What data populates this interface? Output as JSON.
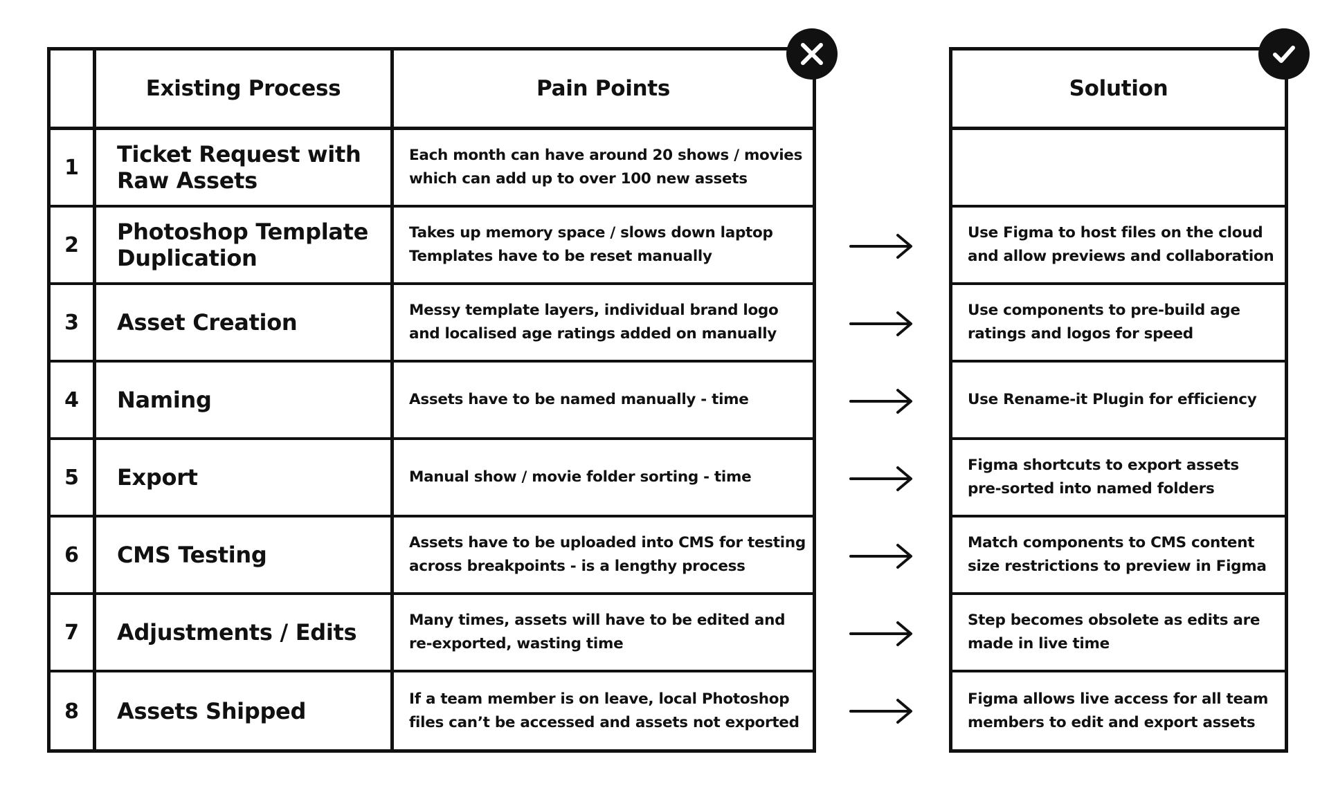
{
  "existing_table": {
    "headers": {
      "number": "",
      "process": "Existing Process",
      "pain_points": "Pain Points"
    },
    "rows": [
      {
        "number": "1",
        "process": "Ticket Request with\nRaw Assets",
        "pain_point": "Each month can have around 20 shows / movies\nwhich can add up to over 100 new assets"
      },
      {
        "number": "2",
        "process": "Photoshop Template\nDuplication",
        "pain_point": "Takes up memory space / slows down laptop\nTemplates have to be reset manually"
      },
      {
        "number": "3",
        "process": "Asset Creation",
        "pain_point": "Messy template layers, individual brand logo\nand localised age ratings added on manually"
      },
      {
        "number": "4",
        "process": "Naming",
        "pain_point": "Assets have to be named manually - time"
      },
      {
        "number": "5",
        "process": "Export",
        "pain_point": "Manual show / movie folder sorting - time"
      },
      {
        "number": "6",
        "process": "CMS Testing",
        "pain_point": "Assets have to be uploaded into CMS for testing\nacross breakpoints - is a lengthy process"
      },
      {
        "number": "7",
        "process": "Adjustments / Edits",
        "pain_point": "Many times, assets will have to be edited and\nre-exported, wasting time"
      },
      {
        "number": "8",
        "process": "Assets Shipped",
        "pain_point": "If a team member is on leave, local Photoshop\nfiles can’t be accessed and assets not exported"
      }
    ]
  },
  "solution_table": {
    "header": "Solution",
    "rows": [
      {
        "solution": ""
      },
      {
        "solution": "Use Figma to host files on the cloud\nand allow previews and collaboration"
      },
      {
        "solution": "Use components to pre-build age\nratings and logos for speed"
      },
      {
        "solution": "Use Rename-it Plugin for efficiency"
      },
      {
        "solution": "Figma shortcuts to export assets\npre-sorted into named folders"
      },
      {
        "solution": "Match components to CMS content\nsize restrictions to preview in Figma"
      },
      {
        "solution": "Step becomes obsolete as edits are\nmade in live time"
      },
      {
        "solution": "Figma allows live access for all team\nmembers to edit and export assets"
      }
    ]
  },
  "badges": {
    "existing": "close-icon",
    "solution": "checkmark-icon"
  },
  "arrows": {
    "icon": "right-arrow-icon",
    "rows_with_arrow": [
      2,
      3,
      4,
      5,
      6,
      7,
      8
    ]
  },
  "colors": {
    "ink": "#111111",
    "background": "#ffffff"
  }
}
